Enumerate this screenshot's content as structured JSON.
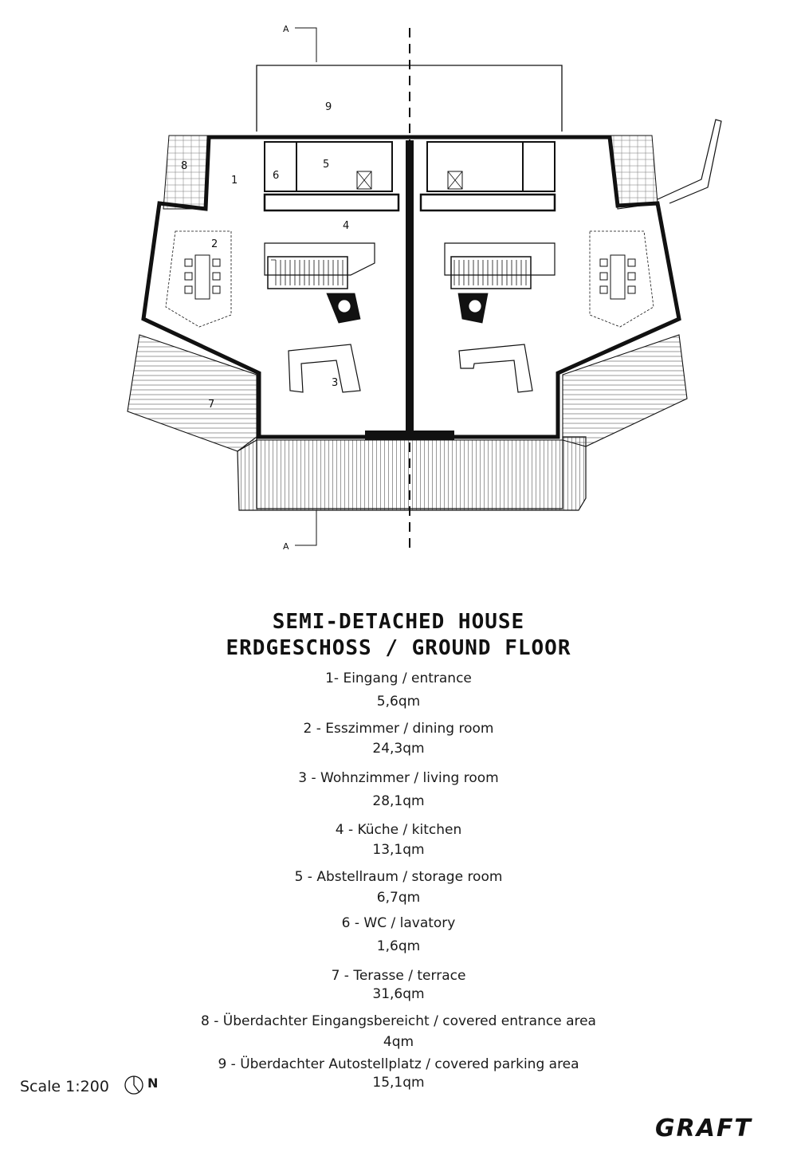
{
  "plan": {
    "section_label": "A",
    "room_numbers": [
      "9",
      "8",
      "6",
      "5",
      "1",
      "4",
      "2",
      "3",
      "7"
    ]
  },
  "title": {
    "line1": "SEMI-DETACHED HOUSE",
    "line2": "ERDGESCHOSS / GROUND FLOOR"
  },
  "legend": [
    {
      "name": "1- Eingang / entrance",
      "area": "5,6qm"
    },
    {
      "name": "2 - Esszimmer / dining room",
      "area": "24,3qm"
    },
    {
      "name": "3 - Wohnzimmer / living room",
      "area": "28,1qm"
    },
    {
      "name": "4 - Küche / kitchen",
      "area": "13,1qm"
    },
    {
      "name": "5 - Abstellraum / storage room",
      "area": "6,7qm"
    },
    {
      "name": "6 - WC / lavatory",
      "area": "1,6qm"
    },
    {
      "name": "7 - Terasse / terrace",
      "area": "31,6qm"
    },
    {
      "name": "8 - Überdachter Eingangsbereicht / covered entrance area",
      "area": "4qm"
    },
    {
      "name": "9 - Überdachter Autostellplatz / covered parking area",
      "area": "15,1qm"
    }
  ],
  "scale": "Scale 1:200",
  "north": "N",
  "logo": "GRAFT",
  "north_icon": "north-arrow-icon"
}
